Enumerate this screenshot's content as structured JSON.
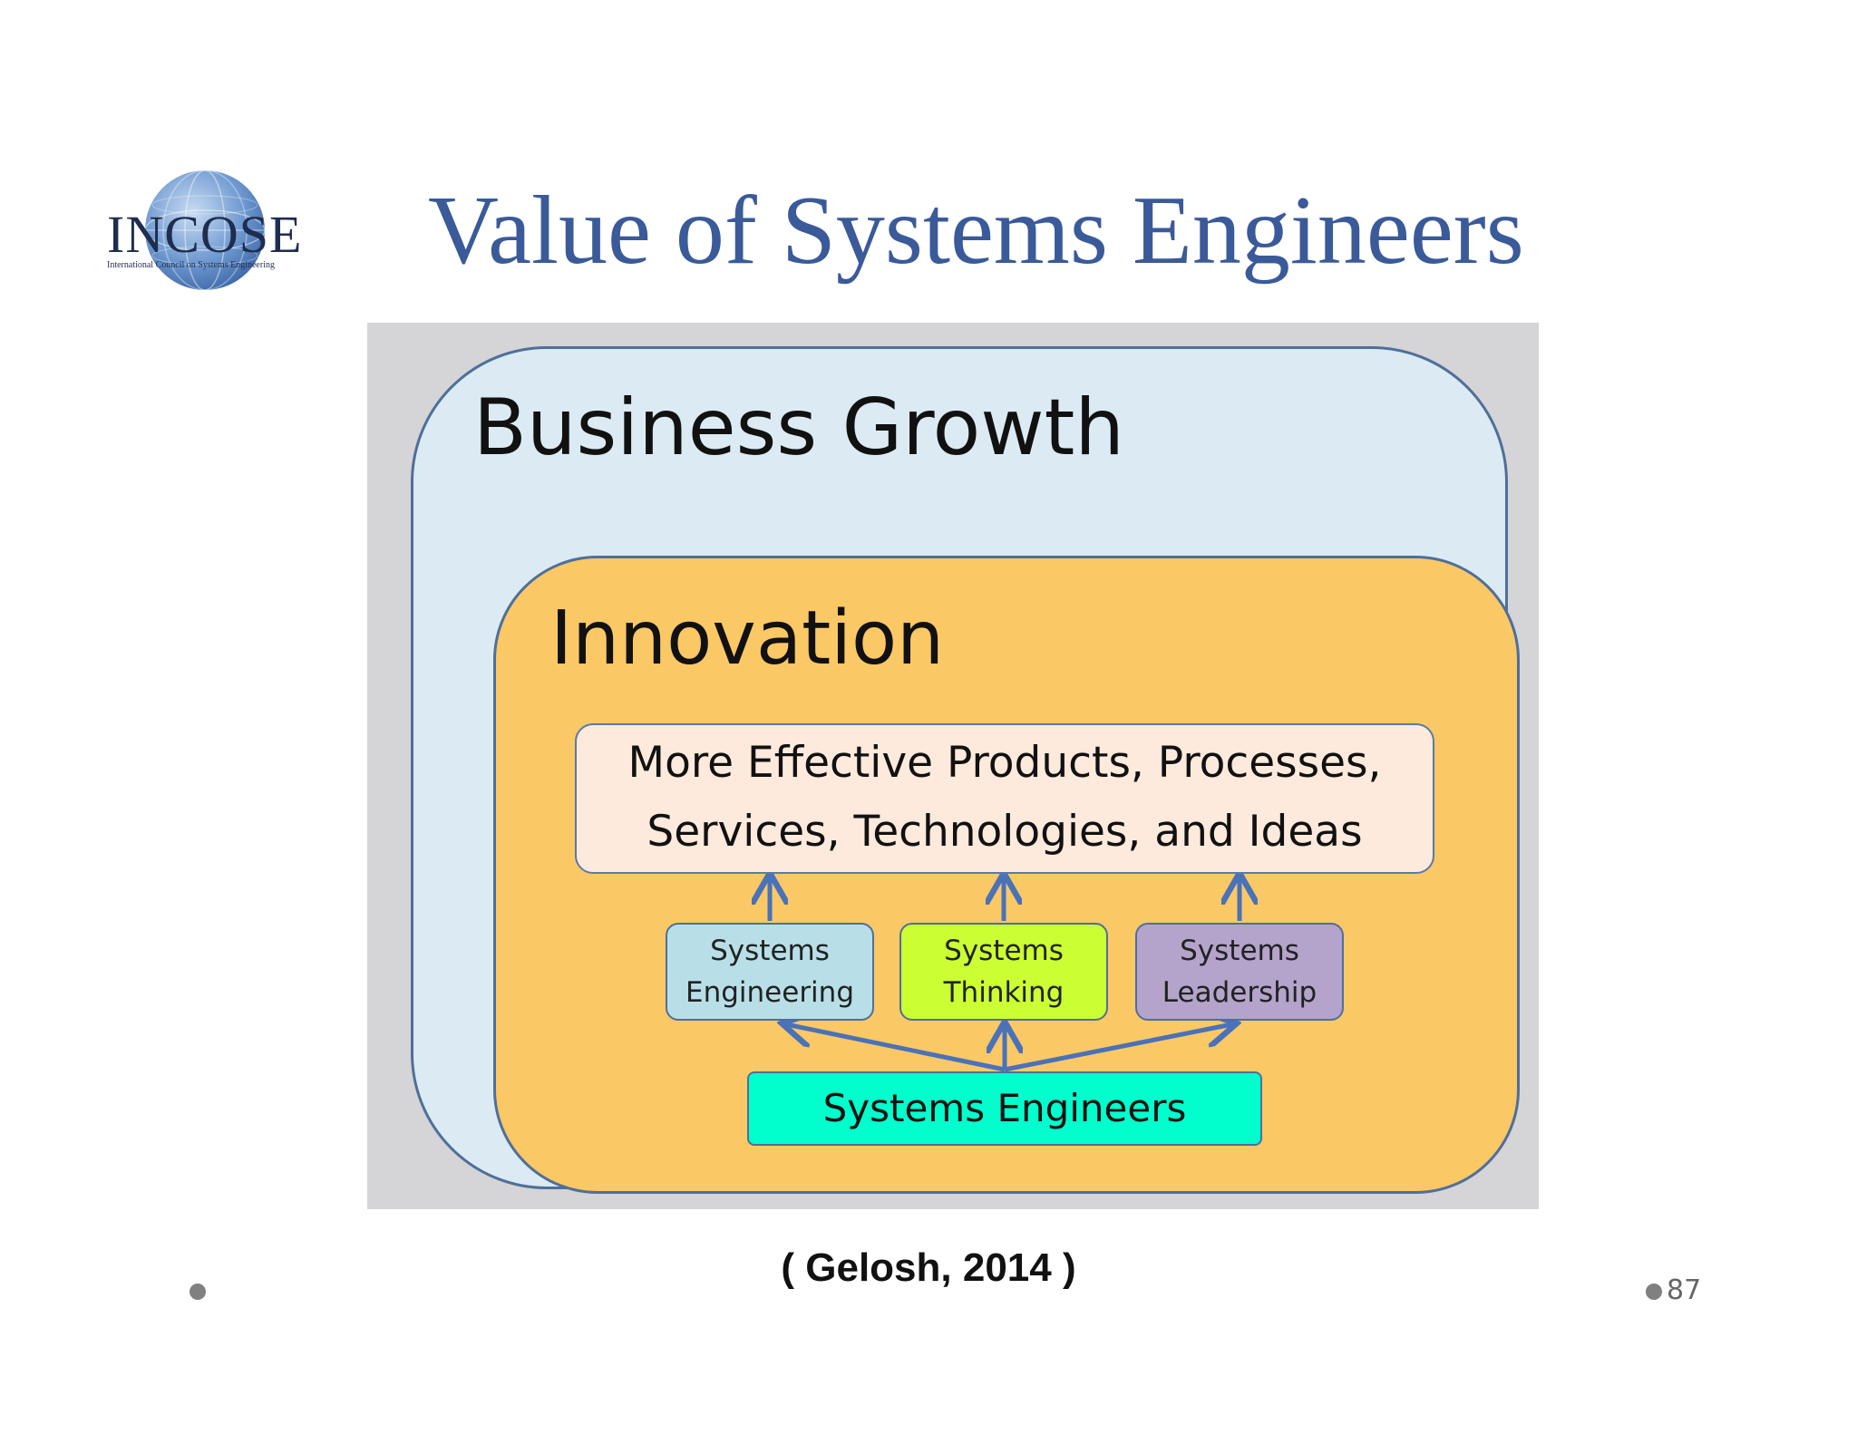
{
  "logo": {
    "name": "INCOSE",
    "subtitle": "International Council on Systems Engineering"
  },
  "title": "Value of Systems Engineers",
  "diagram": {
    "outer_label": "Business Growth",
    "inner_label": "Innovation",
    "outcomes": {
      "line1": "More Effective Products, Processes,",
      "line2": "Services, Technologies, and Ideas"
    },
    "capabilities": [
      {
        "line1": "Systems",
        "line2": "Engineering",
        "color": "#b8dfe8"
      },
      {
        "line1": "Systems",
        "line2": "Thinking",
        "color": "#ccff33"
      },
      {
        "line1": "Systems",
        "line2": "Leadership",
        "color": "#b4a4cc"
      }
    ],
    "source": "Systems Engineers",
    "colors": {
      "outer_fill": "#dcebf3",
      "inner_fill": "#fbc866",
      "outcomes_fill": "#fdeadc",
      "source_fill": "#00ffcc",
      "arrow": "#4a72b8",
      "title": "#3a5a99"
    }
  },
  "citation": "( Gelosh, 2014 )",
  "page_number": "87"
}
